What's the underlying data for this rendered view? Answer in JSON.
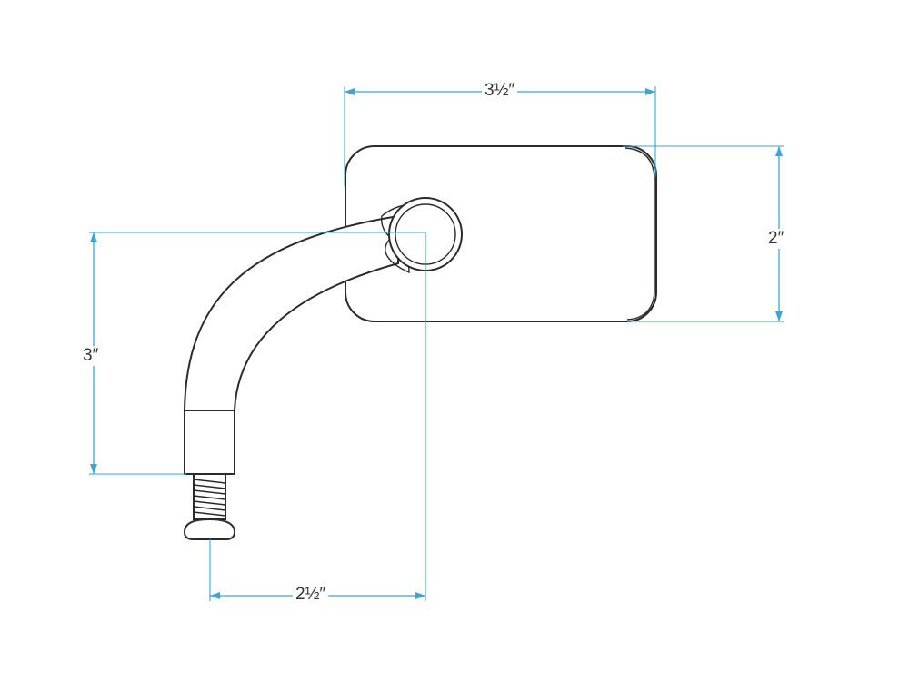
{
  "dimensions": {
    "width_top": "3½″",
    "height_right": "2″",
    "height_left": "3″",
    "width_bottom": "2½″"
  },
  "colors": {
    "dimension": "#3aa6d8",
    "outline": "#2b2b2b"
  }
}
